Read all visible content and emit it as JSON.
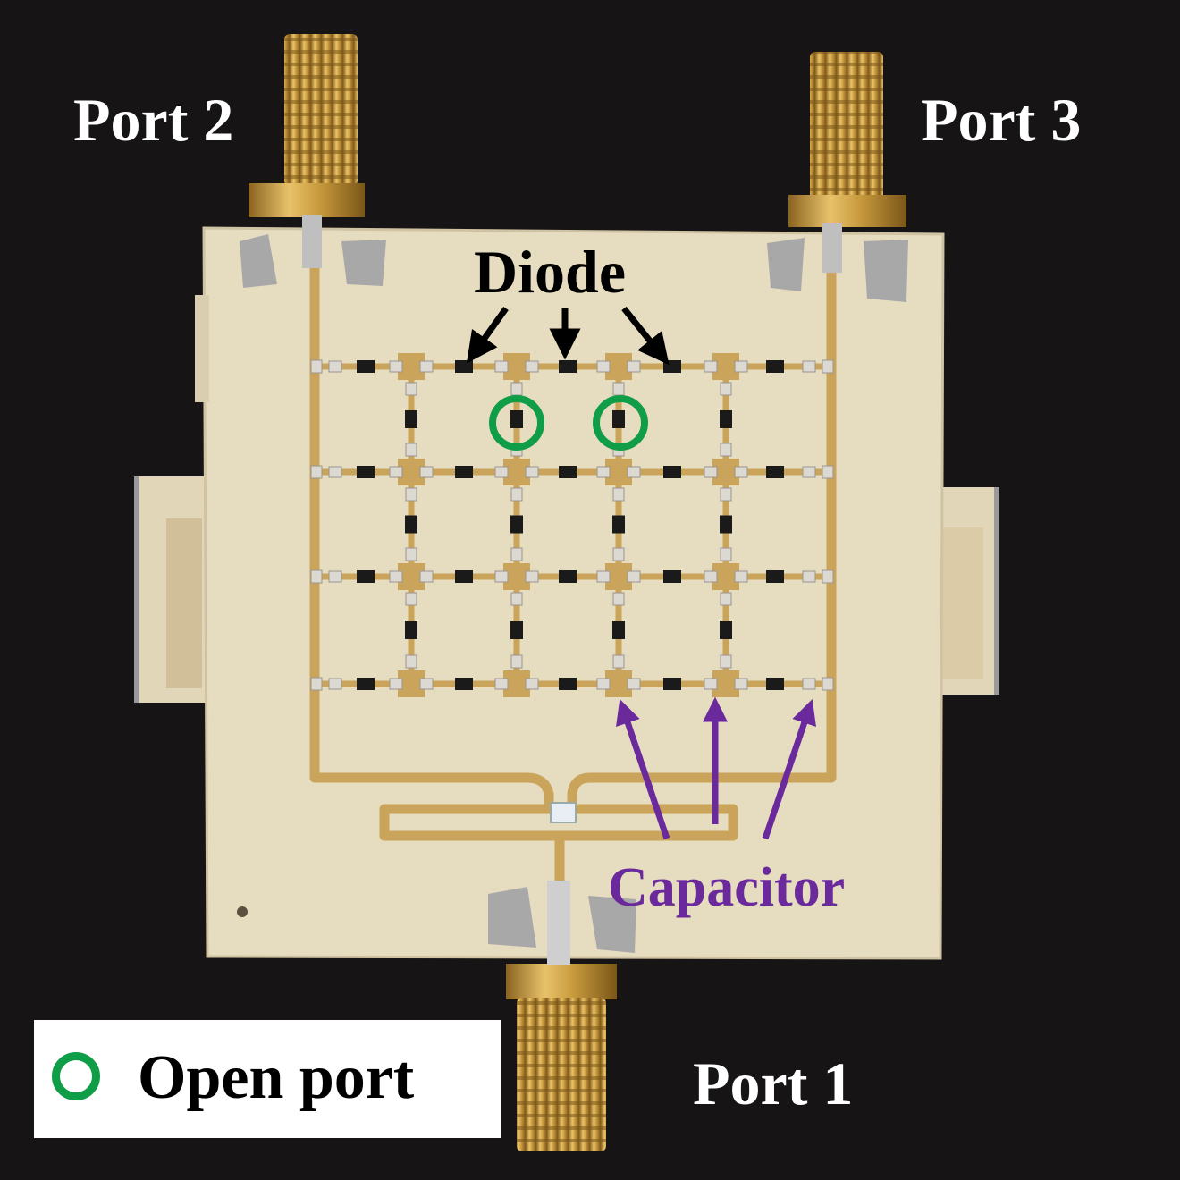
{
  "labels": {
    "port1": "Port 1",
    "port2": "Port 2",
    "port3": "Port 3",
    "diode": "Diode",
    "capacitor": "Capacitor"
  },
  "legend": {
    "text": "Open port",
    "marker": "green-ring"
  },
  "colors": {
    "background": "#161414",
    "substrate": "#e6dcc0",
    "copper_trace": "#c9a45a",
    "connector_gold": "#c99b3e",
    "diode_package": "#1a1a1a",
    "capacitor_pad": "#d9d6d0",
    "open_port_ring": "#0f9d48",
    "capacitor_annotation": "#6a2a9c",
    "diode_annotation": "#000000"
  }
}
